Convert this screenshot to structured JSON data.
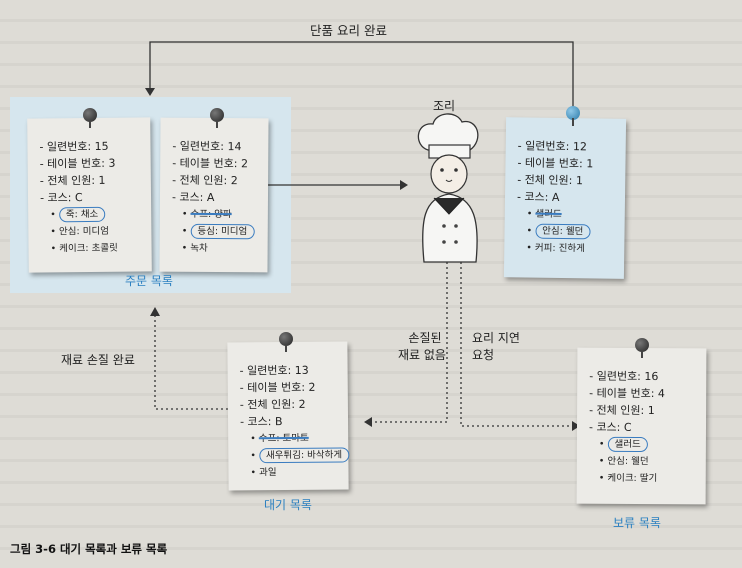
{
  "top_label": "단품 요리 완료",
  "chef_label": "조리",
  "order_list_label": "주문 목록",
  "waiting_list_label": "대기 목록",
  "hold_list_label": "보류 목록",
  "restore_label": "재료 손질 완료",
  "no_ingredient_label_1": "손질된",
  "no_ingredient_label_2": "재료 없음",
  "delay_label_1": "요리 지연",
  "delay_label_2": "요청",
  "caption": "그림 3-6  대기 목록과 보류 목록",
  "notes": {
    "order15": {
      "lines": [
        "- 일련번호: 15",
        "- 테이블 번호: 3",
        "- 전체 인원: 1",
        "- 코스: C"
      ],
      "items": [
        "죽: 채소",
        "안심: 미디엄",
        "케이크: 초콜릿"
      ]
    },
    "order14": {
      "lines": [
        "- 일련번호: 14",
        "- 테이블 번호: 2",
        "- 전체 인원: 2",
        "- 코스: A"
      ],
      "items": [
        "수프: 양파",
        "등심: 미디엄",
        "녹차"
      ]
    },
    "order12": {
      "lines": [
        "- 일련번호: 12",
        "- 테이블 번호: 1",
        "- 전체 인원: 1",
        "- 코스: A"
      ],
      "items": [
        "샐러드",
        "안심: 웰던",
        "커피: 진하게"
      ]
    },
    "order13": {
      "lines": [
        "- 일련번호: 13",
        "- 테이블 번호: 2",
        "- 전체 인원: 2",
        "- 코스: B"
      ],
      "items": [
        "수프: 토마토",
        "새우튀김: 바삭하게",
        "과일"
      ]
    },
    "order16": {
      "lines": [
        "- 일련번호: 16",
        "- 테이블 번호: 4",
        "- 전체 인원: 1",
        "- 코스: C"
      ],
      "items": [
        "샐러드",
        "안심: 웰던",
        "케이크: 딸기"
      ]
    }
  },
  "colors": {
    "accent": "#2a7fc0",
    "highlight_box": "#d6e6ee"
  }
}
